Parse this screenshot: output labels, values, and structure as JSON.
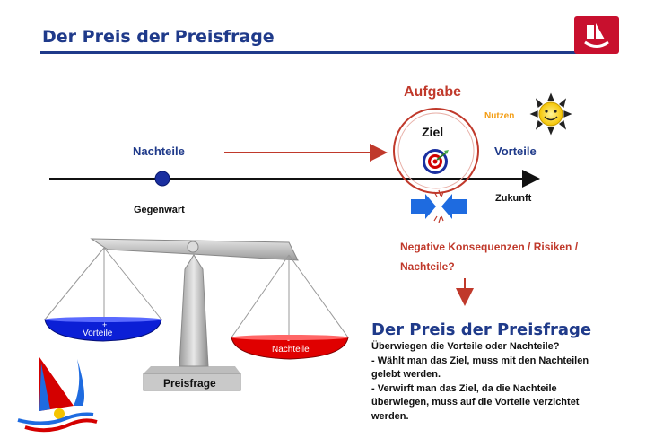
{
  "header": {
    "title": "Der Preis der Preisfrage"
  },
  "diagram": {
    "aufgabe": "Aufgabe",
    "nutzen": "Nutzen",
    "nachteile": "Nachteile",
    "vorteile": "Vorteile",
    "ziel": "Ziel",
    "gegenwart": "Gegenwart",
    "zukunft": "Zukunft",
    "negative_line1": "Negative Konsequenzen / Risiken /",
    "negative_line2": "Nachteile?",
    "scale": {
      "left_pan_label": "Vorteile",
      "right_pan_label": "Nachteile",
      "plus": "+",
      "minus": "-",
      "base_label": "Preisfrage"
    }
  },
  "text_block": {
    "heading": "Der Preis der Preisfrage",
    "line1": "Überwiegen die Vorteile oder Nachteile?",
    "line2": "- Wählt man das Ziel, muss mit den Nachteilen",
    "line3": "gelebt werden.",
    "line4": "- Verwirft man das Ziel, da die Nachteile",
    "line5": "überwiegen, muss auf die Vorteile verzichtet",
    "line6": "werden."
  },
  "colors": {
    "title_blue": "#1f3a8a",
    "accent_red": "#c0392b",
    "pan_blue": "#0b1fd6",
    "pan_red": "#e00000",
    "logo_red": "#c8102e"
  },
  "icons": [
    "logo-icon",
    "sun-icon",
    "target-icon",
    "pressure-arrows-icon",
    "sailboat-logo-icon"
  ]
}
